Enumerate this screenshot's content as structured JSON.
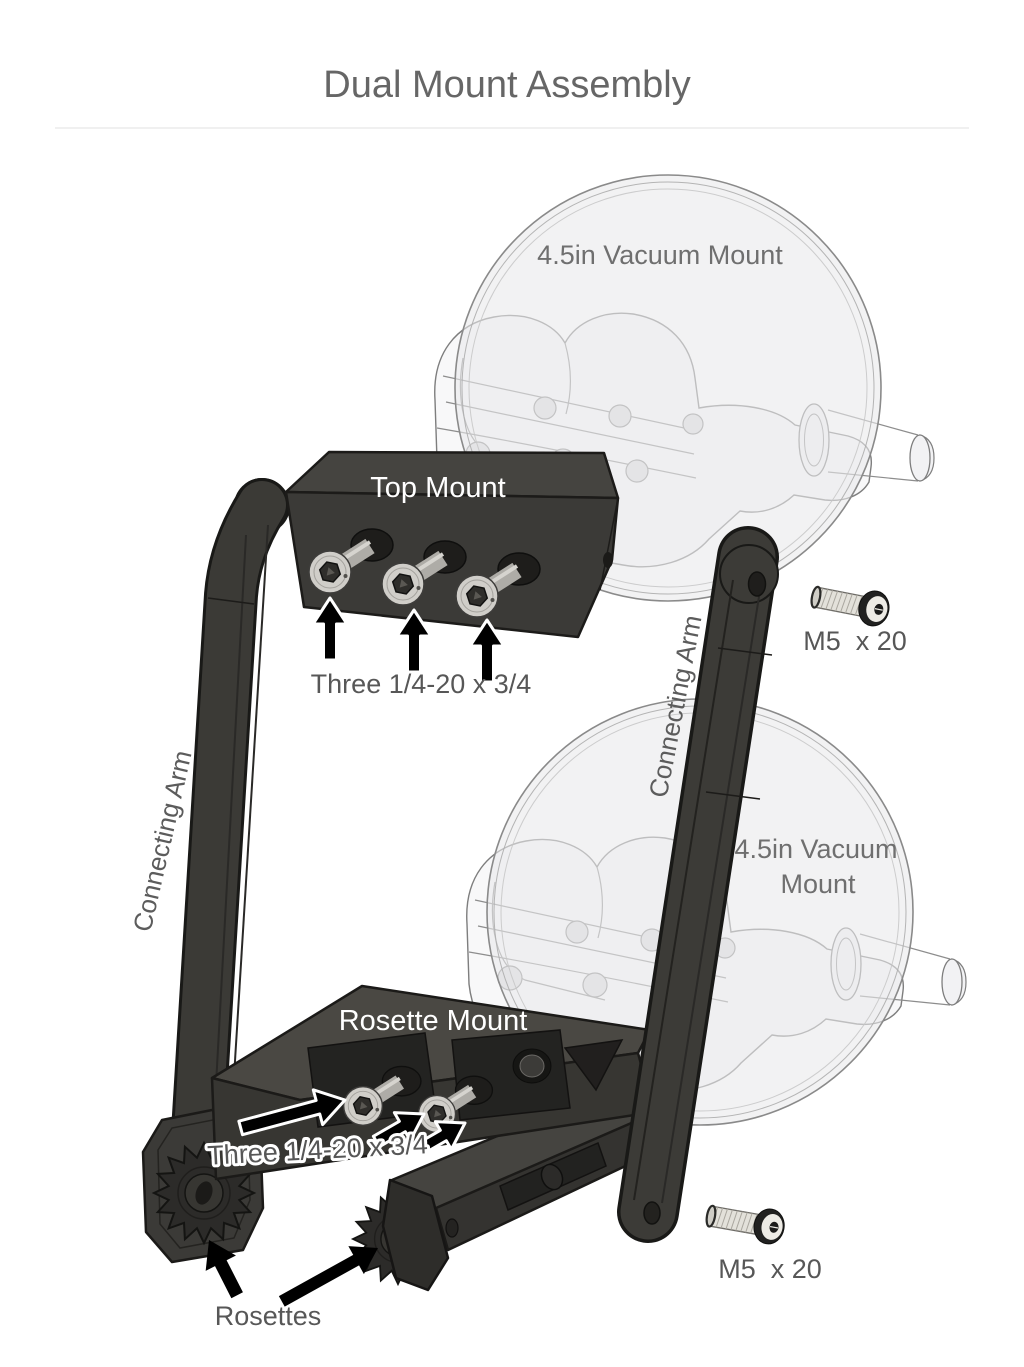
{
  "title": "Dual Mount Assembly",
  "colors": {
    "title": "#666666",
    "label": "#575757",
    "label_on_dark": "#ffffff",
    "part_dark": "#3b3a37",
    "part_outline": "#1c1b19",
    "suction_cup": "#ebebed",
    "cad_line": "#7e7e7e",
    "screw_silver": "#d0cec9",
    "arrow": "#000000"
  },
  "labels": {
    "top_vacuum_mount": "4.5in Vacuum Mount",
    "top_mount": "Top Mount",
    "top_mount_screws": "Three 1/4-20 x 3/4",
    "m5_screw_top": "M5  x 20",
    "connecting_arm_left": "Connecting Arm",
    "connecting_arm_right": "Connecting Arm",
    "bottom_vacuum_mount_line1": "4.5in Vacuum",
    "bottom_vacuum_mount_line2": "Mount",
    "rosette_mount": "Rosette Mount",
    "rosette_mount_screws": "Three 1/4-20 x 3/4",
    "rosettes": "Rosettes",
    "m5_screw_bottom": "M5  x 20"
  }
}
